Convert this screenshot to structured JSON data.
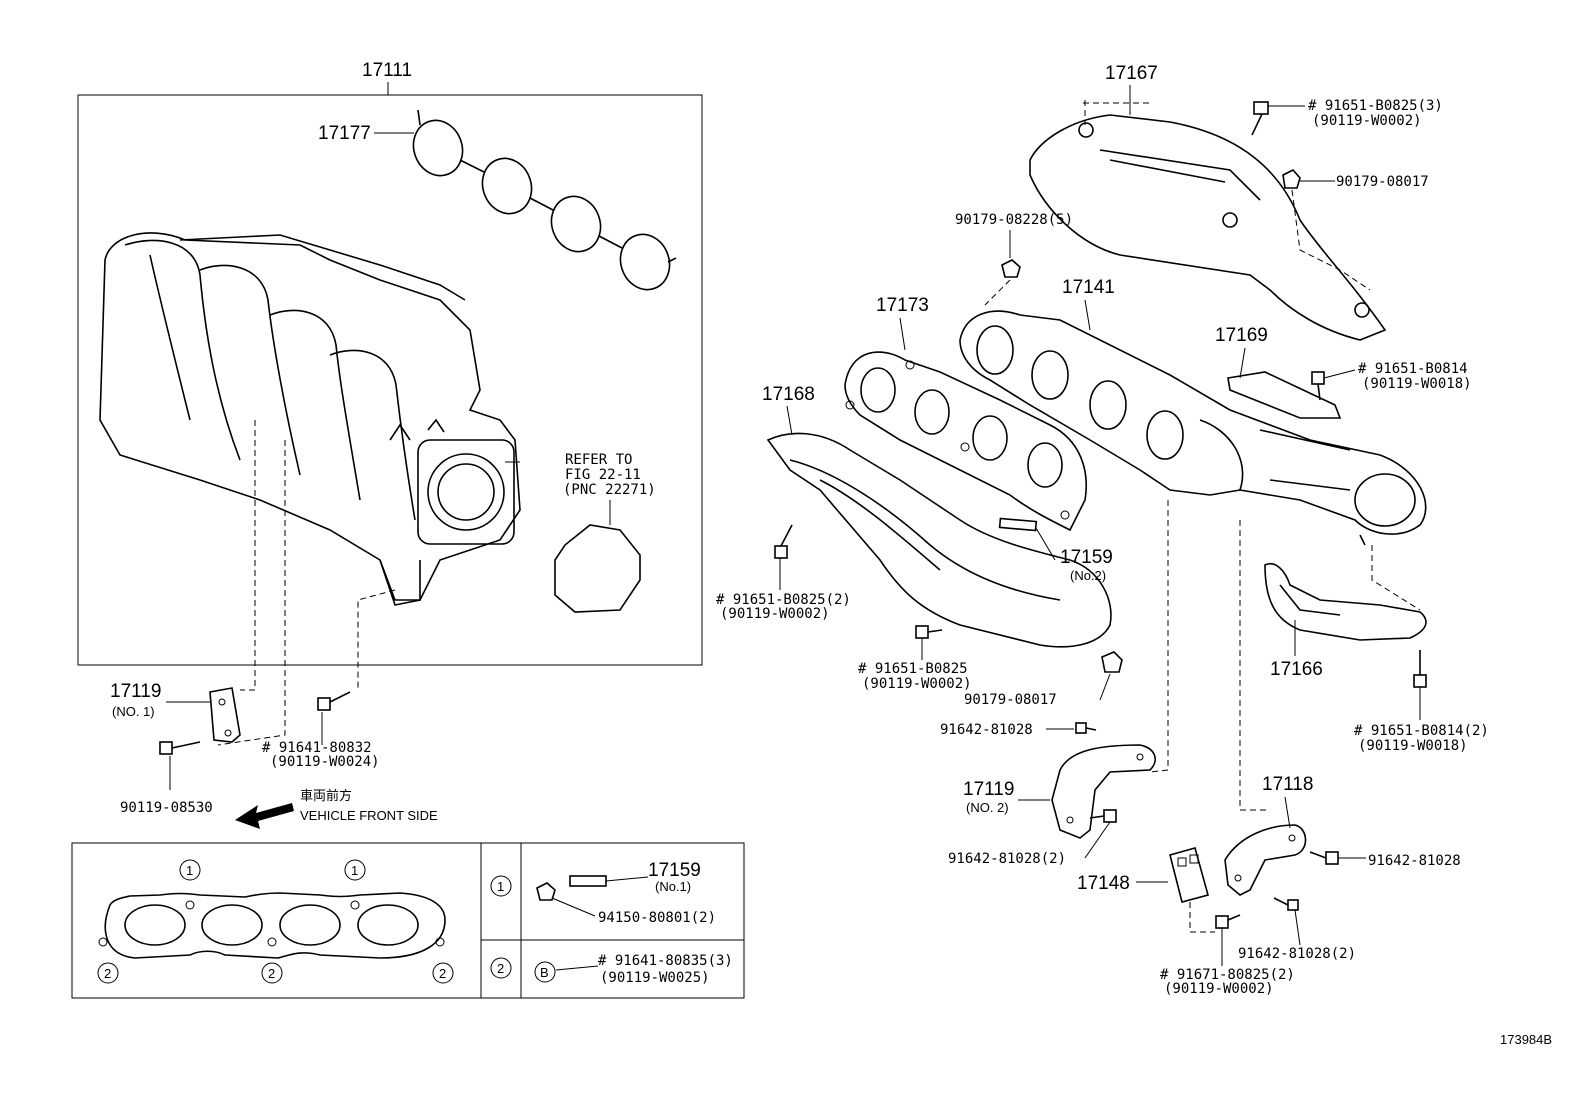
{
  "diagram_id": "173984B",
  "labels": {
    "p17111": "17111",
    "p17177": "17177",
    "p17167": "17167",
    "p17141": "17141",
    "p17173": "17173",
    "p17169": "17169",
    "p17168": "17168",
    "p17159_no2": "17159",
    "p17159_no2_sub": "(No.2)",
    "p17166": "17166",
    "p17119_no1": "17119",
    "p17119_no1_sub": "(NO. 1)",
    "p17119_no2": "17119",
    "p17119_no2_sub": "(NO. 2)",
    "p17118": "17118",
    "p17148": "17148",
    "p17159_no1": "17159",
    "p17159_no1_sub": "(No.1)"
  },
  "fasteners": {
    "f1a": "# 91651-B0825(3)",
    "f1b": "(90119-W0002)",
    "f2": "90179-08017",
    "f3": "90179-08228(5)",
    "f4a": "# 91651-B0814",
    "f4b": "(90119-W0018)",
    "f5a": "# 91651-B0825(2)",
    "f5b": "(90119-W0002)",
    "f6a": "# 91651-B0825",
    "f6b": "(90119-W0002)",
    "f7": "90179-08017",
    "f8": "91642-81028",
    "f9a": "# 91651-B0814(2)",
    "f9b": "(90119-W0018)",
    "f10": "91642-81028(2)",
    "f11": "91642-81028",
    "f12": "91642-81028(2)",
    "f13a": "# 91671-80825(2)",
    "f13b": "(90119-W0002)",
    "f14a": "# 91641-80832",
    "f14b": "(90119-W0024)",
    "f15": "90119-08530",
    "f16": "94150-80801(2)",
    "f17a": "# 91641-80835(3)",
    "f17b": "(90119-W0025)"
  },
  "refer": {
    "line1": "REFER TO",
    "line2": "FIG 22-11",
    "line3": "(PNC 22271)"
  },
  "front": {
    "jp": "車両前方",
    "en": "VEHICLE FRONT SIDE"
  },
  "legend": {
    "m1": "1",
    "m2": "2",
    "mb": "B"
  }
}
